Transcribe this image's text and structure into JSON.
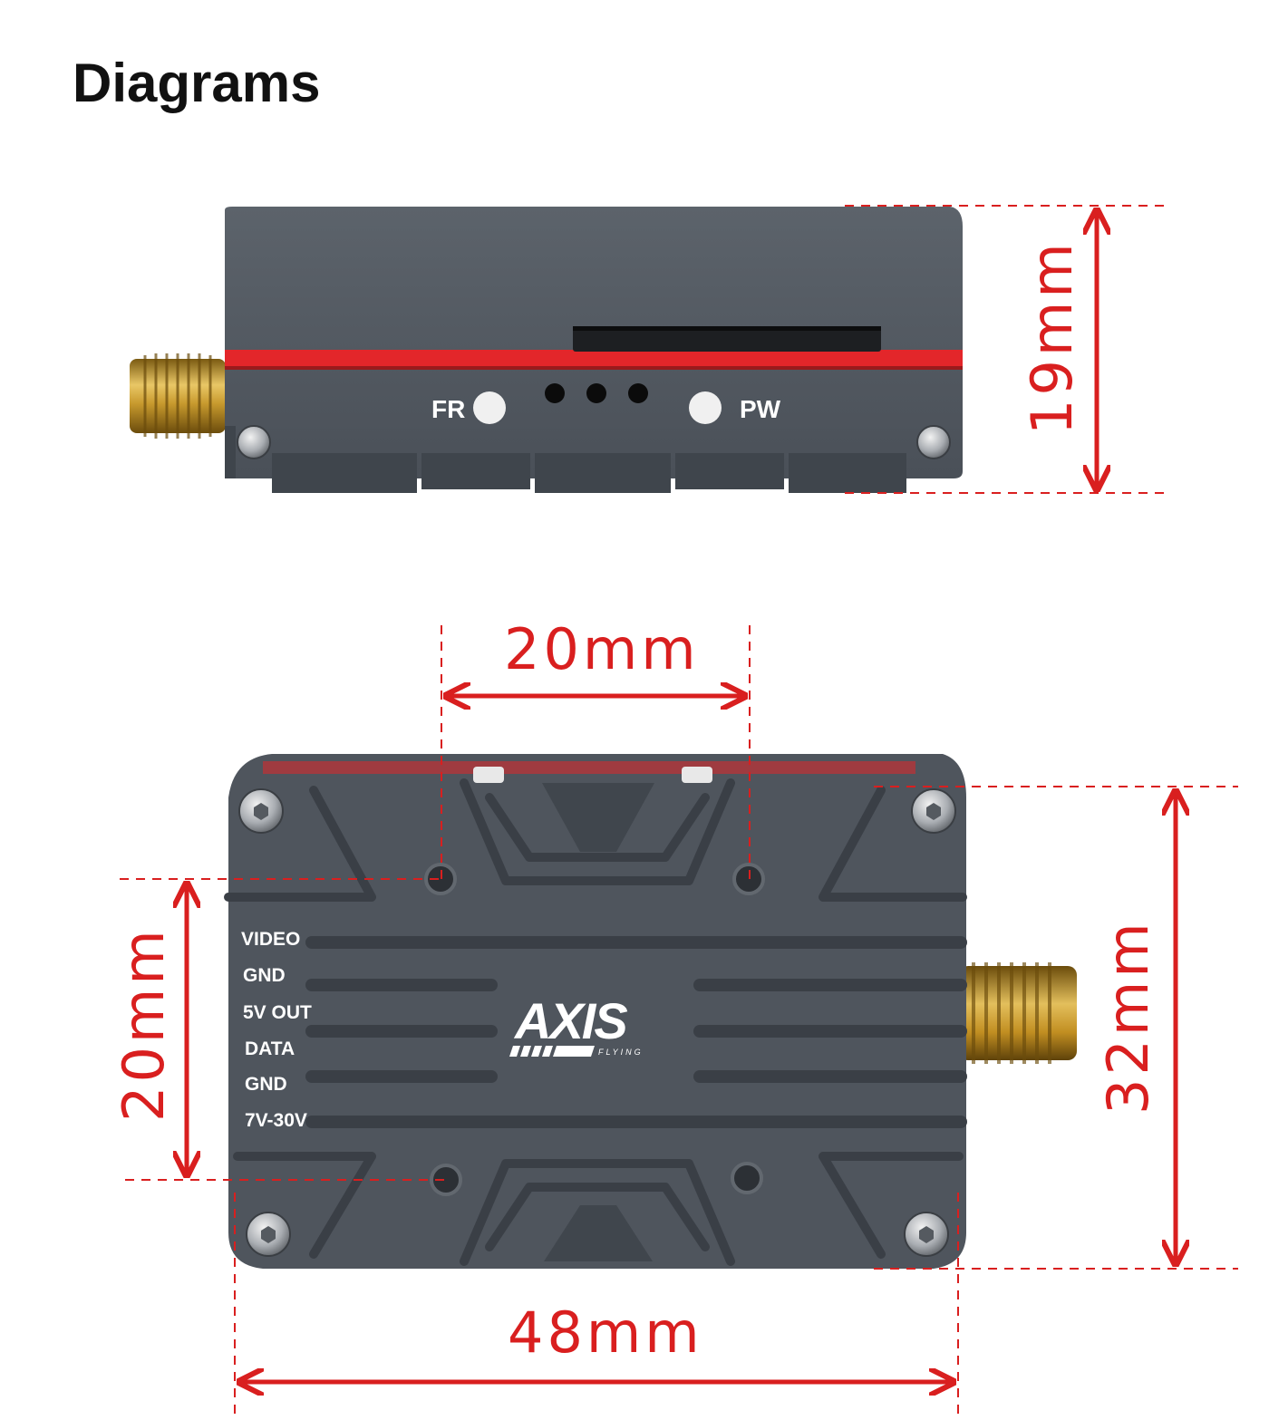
{
  "title": "Diagrams",
  "side_view": {
    "leds": [
      {
        "label": "FR"
      },
      {
        "label": "PW"
      }
    ],
    "height_dimension": "19mm"
  },
  "top_view": {
    "logo": "AXIS",
    "logo_subtitle": "FLYING",
    "pin_labels": [
      "VIDEO",
      "GND",
      "5V OUT",
      "DATA",
      "GND",
      "7V-30V"
    ],
    "dimensions": {
      "mount_spacing_horizontal": "20mm",
      "mount_spacing_vertical": "20mm",
      "height": "32mm",
      "width": "48mm"
    }
  },
  "colors": {
    "dimension": "#d91f1f",
    "housing": "#4f555d",
    "housing_dark": "#3c4148",
    "accent_band": "#e3262a",
    "connector": "#c9a23a"
  }
}
